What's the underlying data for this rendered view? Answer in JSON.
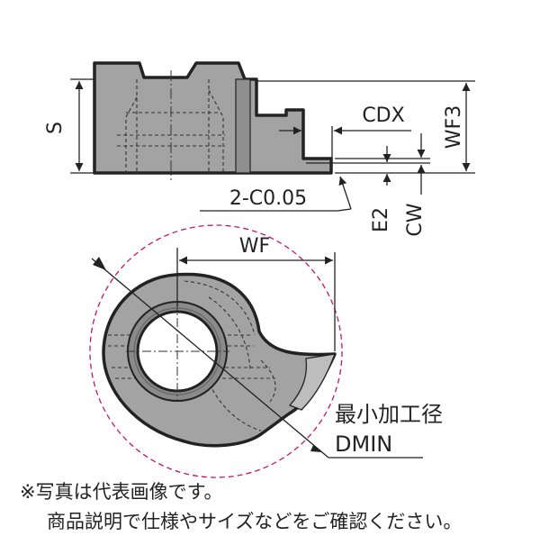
{
  "labels": {
    "s": "S",
    "cdx": "CDX",
    "wf3": "WF3",
    "chamfer": "2-C0.05",
    "e2": "E2",
    "cw": "CW",
    "wf": "WF",
    "min_dia": "最小加工径",
    "dmin": "DMIN"
  },
  "notes": {
    "line1": "※写真は代表画像です。",
    "line2": "商品説明で仕様やサイズなどをご確認ください。"
  },
  "colors": {
    "body_fill": "#a3a3a3",
    "outline": "#222222",
    "circle_dashed": "#c2186b",
    "inner_face": "#8a8a8a",
    "hole": "#ffffff"
  }
}
